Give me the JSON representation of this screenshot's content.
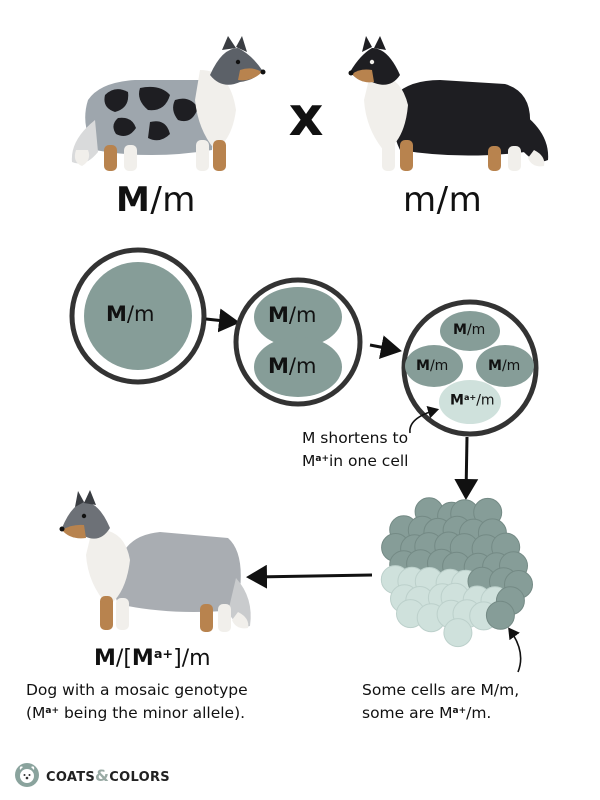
{
  "parents": {
    "left_genotype": {
      "major": "M",
      "rest": "/m"
    },
    "cross_symbol": "x",
    "right_genotype": "m/m"
  },
  "cells": {
    "stage1": {
      "major": "M",
      "rest": "/m"
    },
    "stage2": [
      {
        "major": "M",
        "rest": "/m"
      },
      {
        "major": "M",
        "rest": "/m"
      }
    ],
    "stage3": [
      {
        "major": "M",
        "rest": "/m"
      },
      {
        "major": "M",
        "rest": "/m"
      },
      {
        "major": "M",
        "rest": "/m"
      },
      {
        "major": "M",
        "sup": "a+",
        "rest": "/m"
      }
    ]
  },
  "annotations": {
    "shortens_line1": "M shortens to",
    "shortens_line2_major": "M",
    "shortens_line2_sup": "a+",
    "shortens_line2_rest": "in one cell",
    "cells_line1": "Some cells are M/m,",
    "cells_line2_pre": "some are M",
    "cells_line2_sup": "a+",
    "cells_line2_rest": "/m."
  },
  "offspring": {
    "genotype": {
      "m1": "M",
      "bracket_open": "/[",
      "m2": "M",
      "sup": "a+",
      "rest": "]/m"
    },
    "caption_line1": "Dog with a mosaic genotype",
    "caption_line2_pre": "(M",
    "caption_line2_sup": "a+",
    "caption_line2_rest": " being the minor allele)."
  },
  "brand": {
    "left": "COATS",
    "amp": "&",
    "right": "COLORS"
  },
  "colors": {
    "cell": "#869d98",
    "cell_light": "#cfe1dc",
    "cell_mid": "#a9bfba",
    "ring": "#333333",
    "merle_base": "#9ea6ad",
    "black_coat": "#1e1e22",
    "tan": "#b8834e",
    "white": "#f1efeb"
  },
  "icons": {
    "arrow": "arrow-right-icon",
    "logo": "dog-face-icon"
  }
}
